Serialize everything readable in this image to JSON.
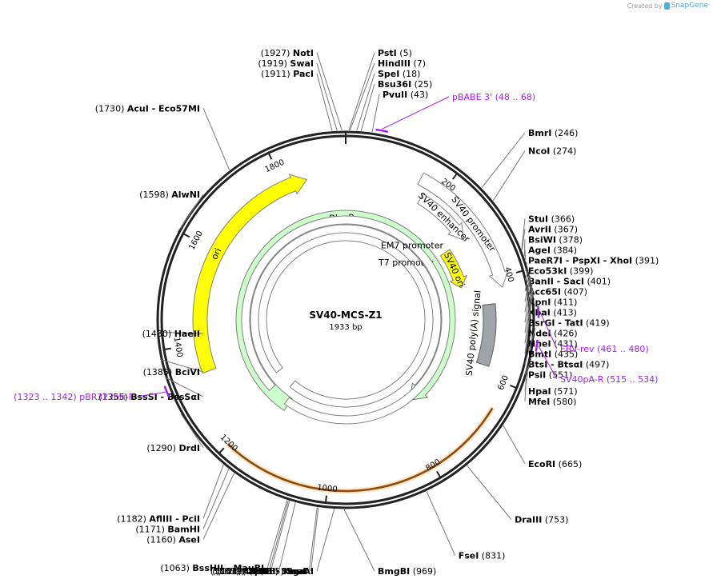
{
  "credit": {
    "prefix": "Created by",
    "brand": "SnapGene"
  },
  "plasmid": {
    "name": "SV40-MCS-Z1",
    "length_label": "1933 bp",
    "length": 1933
  },
  "ticks": [
    {
      "bp": 200,
      "label": "200"
    },
    {
      "bp": 400,
      "label": "400"
    },
    {
      "bp": 600,
      "label": "600"
    },
    {
      "bp": 800,
      "label": "800"
    },
    {
      "bp": 1000,
      "label": "1000"
    },
    {
      "bp": 1200,
      "label": "1200"
    },
    {
      "bp": 1400,
      "label": "1400"
    },
    {
      "bp": 1600,
      "label": "1600"
    },
    {
      "bp": 1800,
      "label": "1800"
    }
  ],
  "sites_right": [
    {
      "bp": 5,
      "name": "PstI",
      "pos": "(5)"
    },
    {
      "bp": 7,
      "name": "HindIII",
      "pos": "(7)"
    },
    {
      "bp": 18,
      "name": "SpeI",
      "pos": "(18)"
    },
    {
      "bp": 25,
      "name": "Bsu36I",
      "pos": "(25)"
    },
    {
      "bp": 43,
      "name": "PvuII",
      "pos": "(43)"
    },
    {
      "bp": 246,
      "name": "BmrI",
      "pos": "(246)"
    },
    {
      "bp": 274,
      "name": "NcoI",
      "pos": "(274)"
    },
    {
      "bp": 366,
      "name": "StuI",
      "pos": "(366)"
    },
    {
      "bp": 367,
      "name": "AvrII",
      "pos": "(367)"
    },
    {
      "bp": 378,
      "name": "BsiWI",
      "pos": "(378)"
    },
    {
      "bp": 384,
      "name": "AgeI",
      "pos": "(384)"
    },
    {
      "bp": 391,
      "name": "PaeR7I  - PspXI  - XhoI",
      "pos": "(391)"
    },
    {
      "bp": 399,
      "name": "Eco53kI",
      "pos": "(399)"
    },
    {
      "bp": 401,
      "name": "BanII  - SacI",
      "pos": "(401)"
    },
    {
      "bp": 407,
      "name": "Acc65I",
      "pos": "(407)"
    },
    {
      "bp": 411,
      "name": "KpnI",
      "pos": "(411)"
    },
    {
      "bp": 413,
      "name": "XbaI",
      "pos": "(413)"
    },
    {
      "bp": 419,
      "name": "BsrGI  - TatI",
      "pos": "(419)"
    },
    {
      "bp": 426,
      "name": "NdeI",
      "pos": "(426)"
    },
    {
      "bp": 431,
      "name": "NheI",
      "pos": "(431)"
    },
    {
      "bp": 435,
      "name": "BmtI",
      "pos": "(435)"
    },
    {
      "bp": 497,
      "name": "BtsI  - BtsαI",
      "pos": "(497)"
    },
    {
      "bp": 551,
      "name": "PsiI",
      "pos": "(551)"
    },
    {
      "bp": 571,
      "name": "HpaI",
      "pos": "(571)"
    },
    {
      "bp": 580,
      "name": "MfeI",
      "pos": "(580)"
    },
    {
      "bp": 665,
      "name": "EcoRI",
      "pos": "(665)"
    },
    {
      "bp": 753,
      "name": "DraIII",
      "pos": "(753)"
    },
    {
      "bp": 831,
      "name": "FseI",
      "pos": "(831)"
    },
    {
      "bp": 969,
      "name": "BmgBI",
      "pos": "(969)"
    }
  ],
  "sites_left": [
    {
      "bp": 1927,
      "name": "NotI",
      "pos": "(1927)"
    },
    {
      "bp": 1919,
      "name": "SwaI",
      "pos": "(1919)"
    },
    {
      "bp": 1911,
      "name": "PacI",
      "pos": "(1911)"
    },
    {
      "bp": 1730,
      "name": "AcuI  - Eco57MI",
      "pos": "(1730)"
    },
    {
      "bp": 1598,
      "name": "AlwNI",
      "pos": "(1598)"
    },
    {
      "bp": 1430,
      "name": "HaeII",
      "pos": "(1430)"
    },
    {
      "bp": 1385,
      "name": "BciVI",
      "pos": "(1385)"
    },
    {
      "bp": 1355,
      "name": "BssSI  - BssSαI",
      "pos": "(1355)"
    },
    {
      "bp": 1290,
      "name": "DrdI",
      "pos": "(1290)"
    },
    {
      "bp": 1182,
      "name": "AflIII  - PciI",
      "pos": "(1182)"
    },
    {
      "bp": 1171,
      "name": "BamHI",
      "pos": "(1171)"
    },
    {
      "bp": 1160,
      "name": "AseI",
      "pos": "(1160)"
    },
    {
      "bp": 1063,
      "name": "BssHII  - MauBI",
      "pos": "(1063)"
    },
    {
      "bp": 1061,
      "name": "AatII",
      "pos": "(1061)"
    },
    {
      "bp": 1059,
      "name": "ZraI",
      "pos": "(1059)"
    },
    {
      "bp": 1049,
      "name": "BsrBI",
      "pos": "(1049)"
    },
    {
      "bp": 1013,
      "name": "SmaI",
      "pos": "(1013)"
    },
    {
      "bp": 1011,
      "name": "TspMI  - XmaI",
      "pos": "(1011)"
    },
    {
      "bp": 985,
      "name": "SgrAI",
      "pos": "(985)"
    }
  ],
  "primers": [
    {
      "start": 48,
      "end": 68,
      "name": "pBABE 3'",
      "range": "(48 .. 68)",
      "color": "#a020f0"
    },
    {
      "start": 461,
      "end": 480,
      "name": "EBV-rev",
      "range": "(461 .. 480)",
      "color": "#a020f0"
    },
    {
      "start": 515,
      "end": 534,
      "name": "SV40pA-R",
      "range": "(515 .. 534)",
      "color": "#a020f0"
    },
    {
      "start": 1323,
      "end": 1342,
      "name": "pBR322ori-F",
      "range": "(1323 .. 1342)",
      "color": "#a020f0"
    }
  ],
  "features": [
    {
      "name": "SV40 promoter",
      "start": 150,
      "end": 420,
      "fill": "#ffffff",
      "stroke": "#808080"
    },
    {
      "name": "SV40 enhancer",
      "start": 170,
      "end": 300,
      "fill": "#ffffff",
      "stroke": "#808080"
    },
    {
      "name": "SV40 ori",
      "start": 300,
      "end": 400,
      "fill": "#ffff00",
      "stroke": "#808080"
    },
    {
      "name": "SV40 poly(A) signal",
      "start": 450,
      "end": 580,
      "fill": "#a0a4a8",
      "stroke": "#606060"
    },
    {
      "name": "ori",
      "start": 1850,
      "end": 1340,
      "fill": "#ffff00",
      "stroke": "#808080"
    },
    {
      "name": "BleoR",
      "start": 1150,
      "end": 760,
      "fill": "#ccffcc",
      "stroke": "#808080"
    },
    {
      "name": "T7 promoter",
      "start": 1250,
      "end": 1180,
      "fill": "#ffffff",
      "stroke": "#808080"
    },
    {
      "name": "EM7 promoter",
      "start": 1220,
      "end": 1160,
      "fill": "#ffffff",
      "stroke": "#808080"
    },
    {
      "name": "",
      "start": 1200,
      "end": 650,
      "fill": "#b5651d",
      "stroke": "#e8a94a"
    }
  ]
}
